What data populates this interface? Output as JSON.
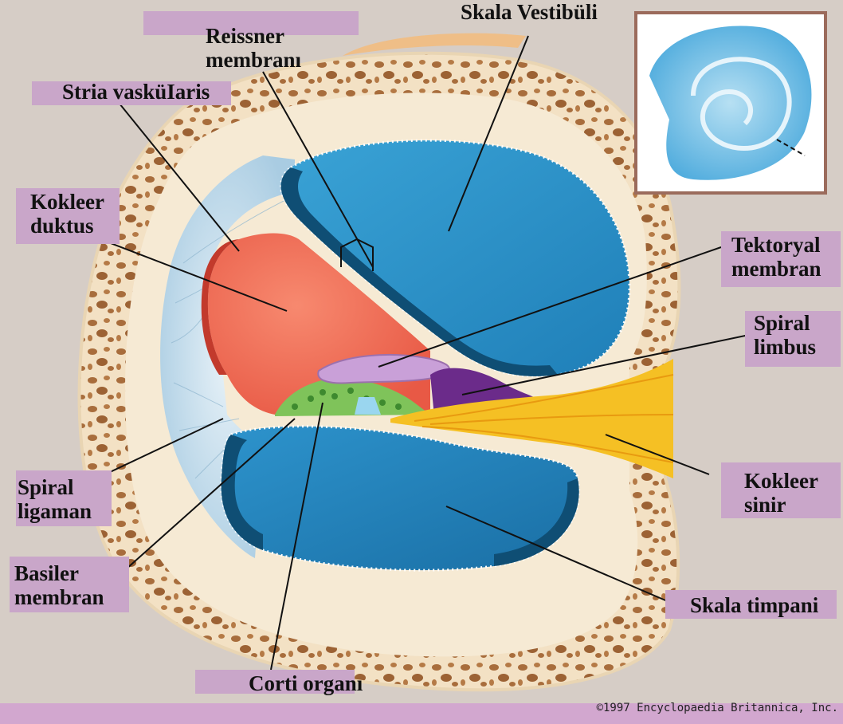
{
  "labels": {
    "skala_vestibuli": "Skala Vestibüli",
    "reissner": "Reissner\nmembranı",
    "stria": "Stria vasküIaris",
    "kokleer_duktus": "Kokleer\nduktus",
    "tektoryal": "Tektoryal\nmembran",
    "spiral_limbus": "Spiral\nlimbus",
    "kokleer_sinir": "Kokleer\nsinir",
    "spiral_ligaman": "Spiral\nligaman",
    "basiler": "Basiler\nmembran",
    "skala_timpani": "Skala timpani",
    "corti": "Corti organı"
  },
  "credit": "©1997 Encyclopaedia Britannica, Inc.",
  "colors": {
    "background": "#d6cdc6",
    "bone": "#f3e1c4",
    "bone_spots": "#a86d3c",
    "scala": "#2a8fc8",
    "scala_dark": "#0f4e74",
    "duct": "#f26a55",
    "nerve": "#f5c024",
    "tectorial": "#c9a0d8",
    "limbus": "#6b2b8a",
    "label_bg": "#c9a6c9"
  }
}
